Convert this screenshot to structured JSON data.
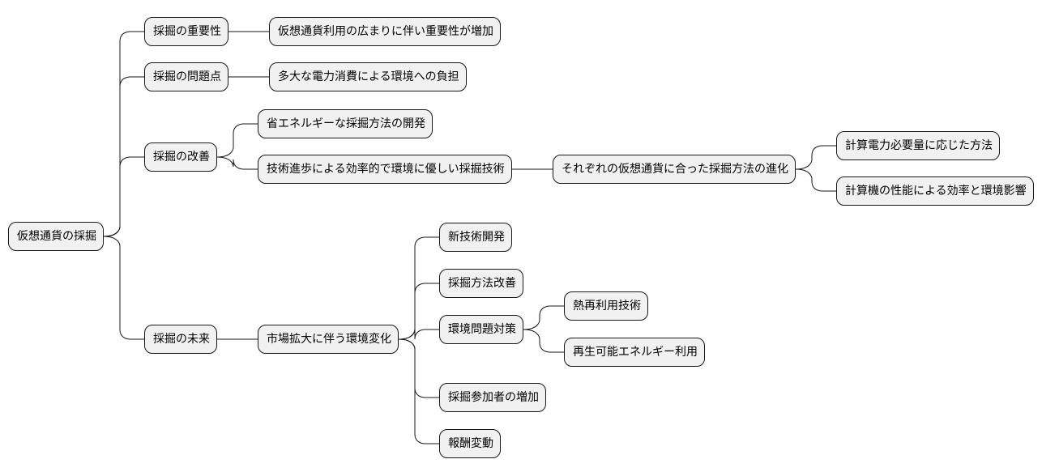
{
  "mindmap": {
    "root": "仮想通貨の採掘",
    "importance": {
      "label": "採掘の重要性",
      "children": [
        "仮想通貨利用の広まりに伴い重要性が増加"
      ]
    },
    "problems": {
      "label": "採掘の問題点",
      "children": [
        "多大な電力消費による環境への負担"
      ]
    },
    "improvement": {
      "label": "採掘の改善",
      "energy_saving": "省エネルギーな採掘方法の開発",
      "tech_progress": "技術進歩による効率的で環境に優しい採掘技術",
      "evolution": "それぞれの仮想通貨に合った採掘方法の進化",
      "calc_power": "計算電力必要量に応じた方法",
      "calc_machine": "計算機の性能による効率と環境影響"
    },
    "future": {
      "label": "採掘の未来",
      "market": "市場拡大に伴う環境変化",
      "new_tech": "新技術開発",
      "method_improve": "採掘方法改善",
      "env_measures": "環境問題対策",
      "heat_reuse": "熱再利用技術",
      "renewable": "再生可能エネルギー利用",
      "participants": "採掘参加者の増加",
      "reward": "報酬変動"
    }
  }
}
